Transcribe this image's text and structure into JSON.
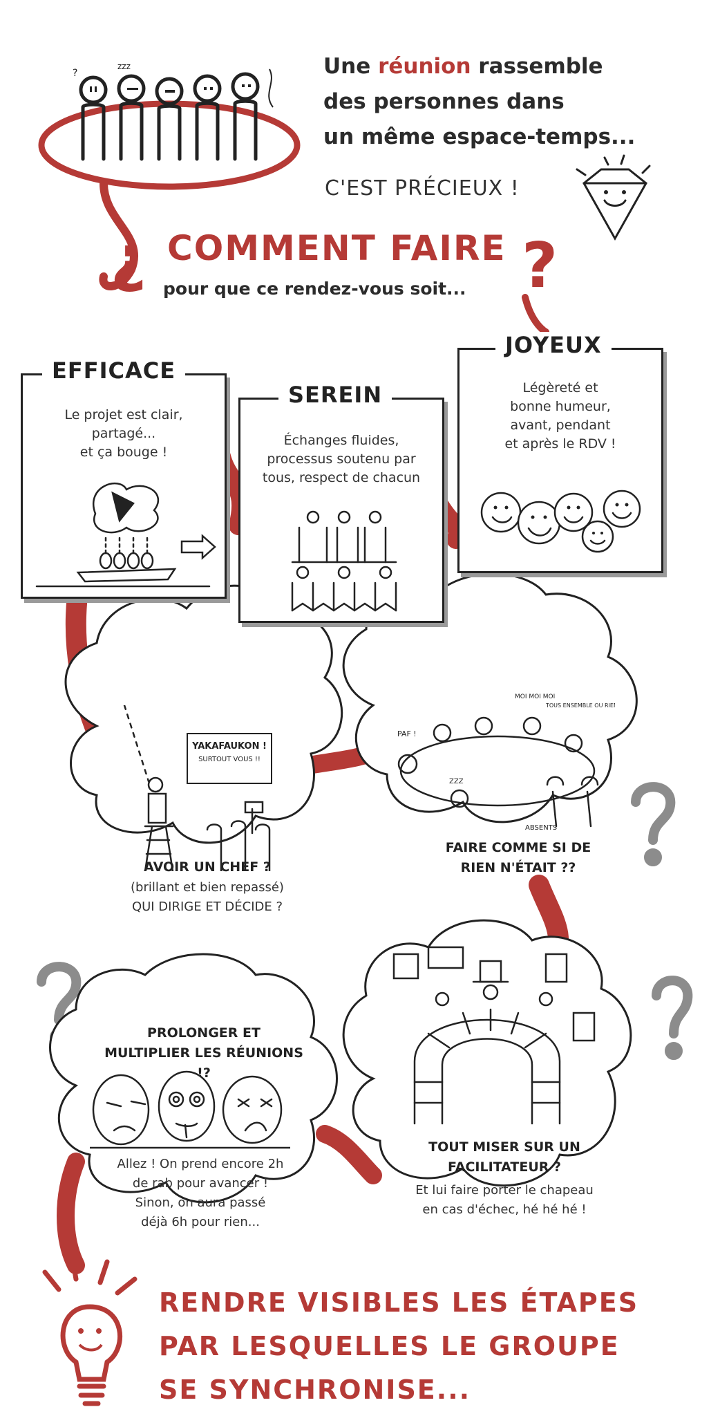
{
  "intro": {
    "line1_prefix": "Une ",
    "line1_highlight": "réunion",
    "line1_suffix": " rassemble",
    "line2": "des personnes dans",
    "line3": "un même espace-temps...",
    "precious": "C'EST PRÉCIEUX !"
  },
  "question": {
    "title": "COMMENT FAIRE",
    "subtitle": "pour que ce rendez-vous soit..."
  },
  "cards": [
    {
      "title": "EFFICACE",
      "text": [
        "Le projet est clair,",
        "partagé...",
        "et ça bouge !"
      ]
    },
    {
      "title": "SEREIN",
      "text": [
        "Échanges fluides,",
        "processus soutenu par",
        "tous, respect de chacun"
      ]
    },
    {
      "title": "JOYEUX",
      "text": [
        "Légèreté et",
        "bonne humeur,",
        "avant, pendant",
        "et après le RDV !"
      ]
    }
  ],
  "clouds": {
    "chef": {
      "speech": [
        "YAKAFAUKON !",
        "SURTOUT VOUS !!"
      ],
      "bold": "AVOIR UN CHEF ?",
      "text": [
        "(brillant et bien repassé)",
        "QUI DIRIGE ET DÉCIDE ?"
      ]
    },
    "rien": {
      "bold": [
        "FAIRE COMME SI DE",
        "RIEN N'ÉTAIT ??"
      ],
      "small_labels": [
        "PAF !",
        "MOI MOI MOI",
        "TOUS ENSEMBLE OU RIEN !",
        "ZZZ",
        "ABSENTS"
      ]
    },
    "prolonger": {
      "bold": [
        "PROLONGER ET",
        "MULTIPLIER LES RÉUNIONS !?"
      ],
      "text": [
        "Allez ! On prend encore 2h",
        "de rab pour avancer !",
        "Sinon, on aura passé",
        "déjà 6h pour rien..."
      ]
    },
    "facilitateur": {
      "bold": [
        "TOUT MISER SUR UN",
        "FACILITATEUR ?"
      ],
      "text": [
        "Et lui faire porter le chapeau",
        "en cas d'échec, hé hé hé !"
      ]
    }
  },
  "conclusion": {
    "lines": [
      "RENDRE VISIBLES LES ÉTAPES",
      "PAR LESQUELLES LE GROUPE",
      "SE SYNCHRONISE..."
    ]
  },
  "colors": {
    "accent_red": "#b53a36",
    "ink": "#222222",
    "shadow_gray": "#9a9a9a",
    "question_gray": "#8c8c8c"
  },
  "icons": [
    "people-group-icon",
    "diamond-face-icon",
    "boat-team-icon",
    "tower-people-icon",
    "smiley-faces-icon",
    "ladder-chief-icon",
    "round-table-icon",
    "tired-faces-icon",
    "stone-arch-icon",
    "lightbulb-icon"
  ]
}
